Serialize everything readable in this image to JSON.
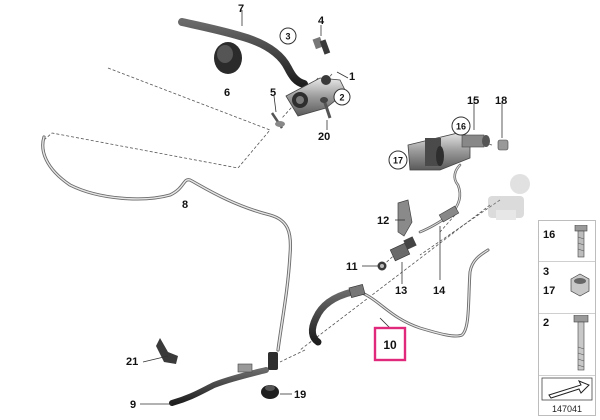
{
  "callouts": {
    "c1": "1",
    "c2": "2",
    "c3": "3",
    "c4": "4",
    "c5": "5",
    "c6": "6",
    "c7": "7",
    "c8": "8",
    "c9": "9",
    "c10": "10",
    "c11": "11",
    "c12": "12",
    "c13": "13",
    "c14": "14",
    "c15": "15",
    "c16": "16",
    "c17": "17",
    "c18": "18",
    "c19": "19",
    "c20": "20",
    "c21": "21"
  },
  "legend": {
    "row1": "16",
    "row2_top": "3",
    "row2_bottom": "17",
    "row3": "2"
  },
  "diagram_id": "147041",
  "colors": {
    "highlight": "#e0297a",
    "line": "#555555",
    "part_dark": "#3a3a3a",
    "part_mid": "#8a8a8a",
    "part_light": "#c8c8c8"
  }
}
